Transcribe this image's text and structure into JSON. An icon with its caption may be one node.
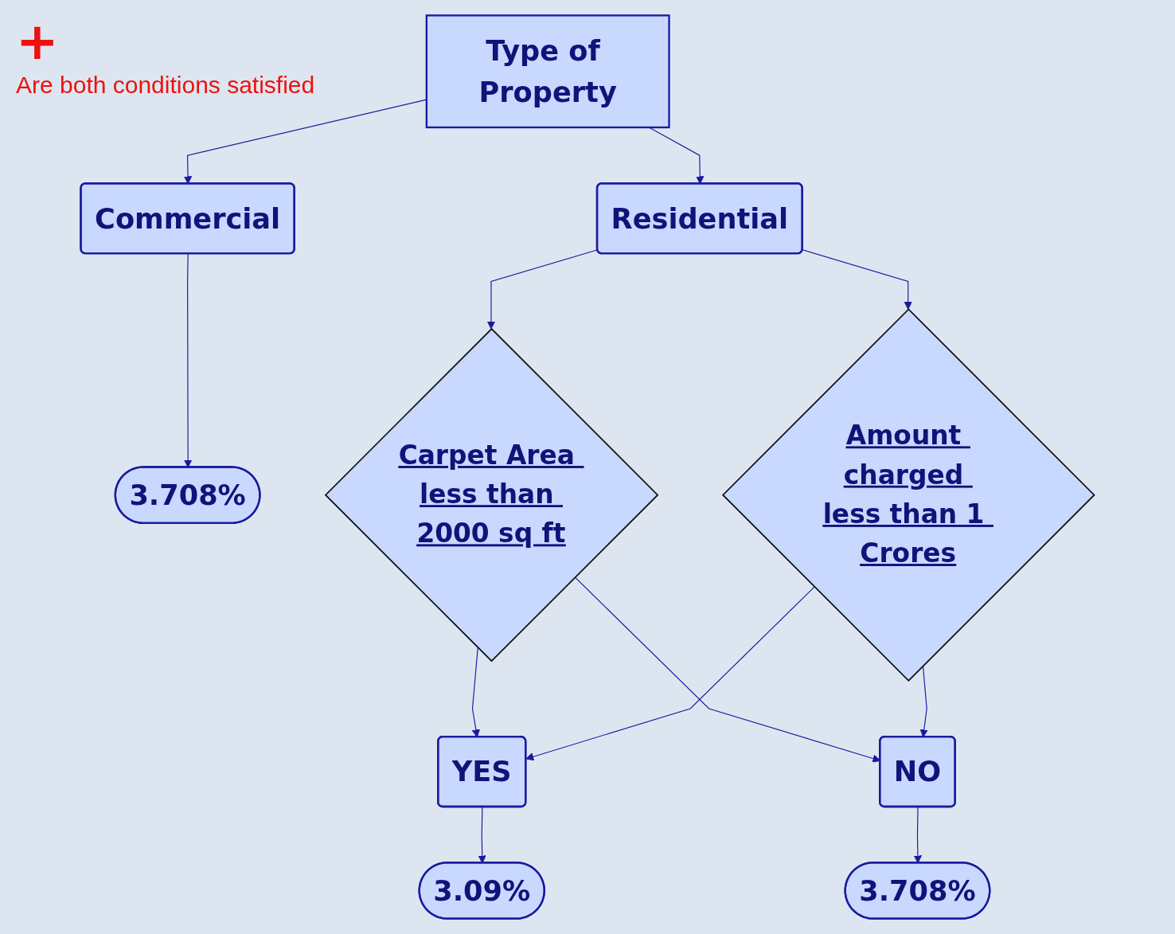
{
  "diagram": {
    "nodes": [
      {
        "text": [
          "Type of Property"
        ]
      },
      {
        "text": [
          "Residential"
        ]
      },
      {
        "text": [
          "Commercial"
        ]
      },
      {
        "text": [
          "3.708%"
        ]
      },
      {
        "text": [
          "Carpet Area less than 2000 sq ft"
        ]
      },
      {
        "text": [
          "Amount charged less than 1 Crores"
        ]
      },
      {
        "text": [
          "YES"
        ]
      },
      {
        "text": [
          "NO"
        ]
      },
      {
        "text": [
          "3.09%"
        ]
      },
      {
        "text": [
          "3.708%"
        ]
      }
    ],
    "edges": [
      {
        "from": 0,
        "to": 1,
        "arrow": "to"
      },
      {
        "from": 0,
        "to": 2,
        "arrow": "to"
      },
      {
        "from": 2,
        "to": 3,
        "arrow": "to"
      },
      {
        "from": 1,
        "to": 4,
        "arrow": "to"
      },
      {
        "from": 1,
        "to": 5,
        "arrow": "to"
      },
      {
        "from": 4,
        "to": 6,
        "arrow": "to"
      },
      {
        "from": 4,
        "to": 7,
        "arrow": "to"
      },
      {
        "from": 5,
        "to": 6,
        "arrow": "to"
      },
      {
        "from": 5,
        "to": 7,
        "arrow": "to"
      },
      {
        "from": 6,
        "to": 8,
        "arrow": "to"
      },
      {
        "from": 7,
        "to": 9,
        "arrow": "to"
      }
    ],
    "labels": [
      "+",
      "Are both conditions satisfied"
    ]
  }
}
